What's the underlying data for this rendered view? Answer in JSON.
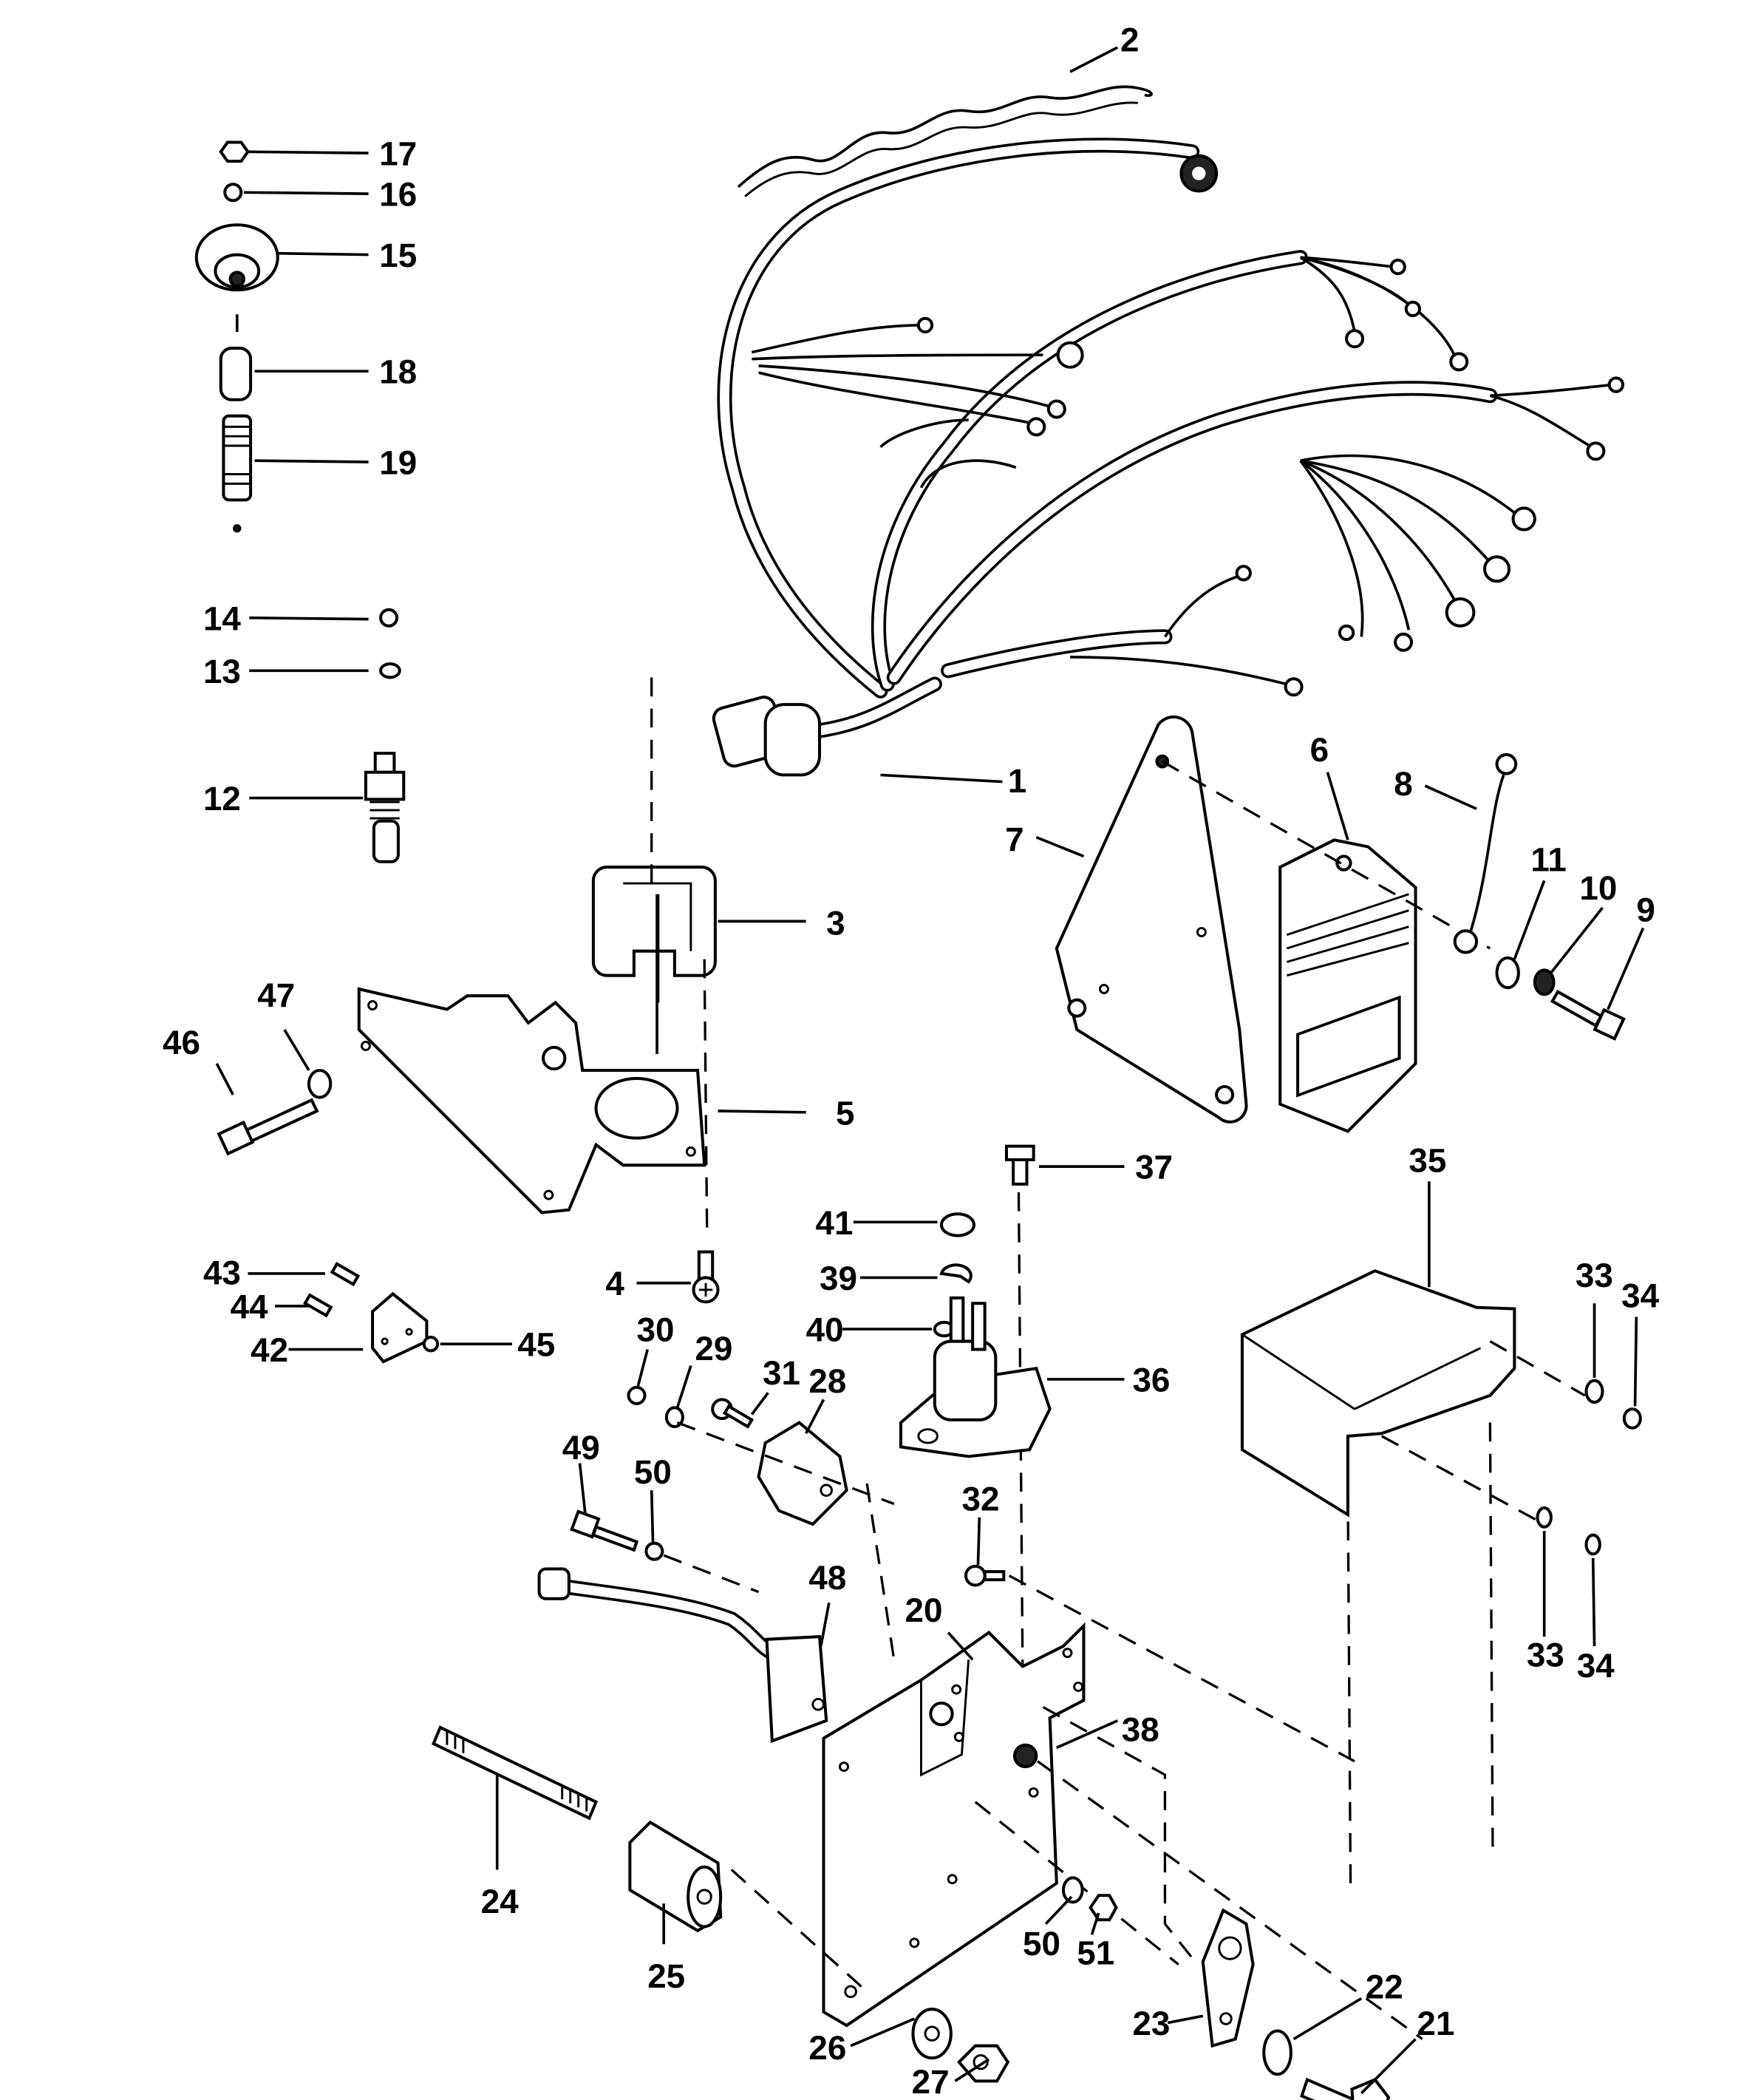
{
  "diagram": {
    "title": "Wiring harness and electrical components exploded parts view",
    "background_color": "#ffffff",
    "ink_color": "#000000",
    "callouts": [
      {
        "id": "1",
        "label": "1",
        "part": "wiring harness connector"
      },
      {
        "id": "2",
        "label": "2",
        "part": "wire loom / harness"
      },
      {
        "id": "3",
        "label": "3",
        "part": "connector boot"
      },
      {
        "id": "4",
        "label": "4",
        "part": "screw"
      },
      {
        "id": "5",
        "label": "5",
        "part": "mounting plate"
      },
      {
        "id": "6",
        "label": "6",
        "part": "rectifier / regulator"
      },
      {
        "id": "7",
        "label": "7",
        "part": "bracket"
      },
      {
        "id": "8",
        "label": "8",
        "part": "ground strap"
      },
      {
        "id": "9",
        "label": "9",
        "part": "bolt"
      },
      {
        "id": "10",
        "label": "10",
        "part": "lockwasher"
      },
      {
        "id": "11",
        "label": "11",
        "part": "washer"
      },
      {
        "id": "12",
        "label": "12",
        "part": "temperature sender"
      },
      {
        "id": "13",
        "label": "13",
        "part": "lockwasher"
      },
      {
        "id": "14",
        "label": "14",
        "part": "nut"
      },
      {
        "id": "15",
        "label": "15",
        "part": "oil pressure sender"
      },
      {
        "id": "16",
        "label": "16",
        "part": "lockwasher"
      },
      {
        "id": "17",
        "label": "17",
        "part": "nut"
      },
      {
        "id": "18",
        "label": "18",
        "part": "fitting"
      },
      {
        "id": "19",
        "label": "19",
        "part": "nipple"
      },
      {
        "id": "20",
        "label": "20",
        "part": "bracket"
      },
      {
        "id": "21",
        "label": "21",
        "part": "bolt"
      },
      {
        "id": "22",
        "label": "22",
        "part": "washer"
      },
      {
        "id": "23",
        "label": "23",
        "part": "clamp"
      },
      {
        "id": "24",
        "label": "24",
        "part": "stud"
      },
      {
        "id": "25",
        "label": "25",
        "part": "spacer"
      },
      {
        "id": "26",
        "label": "26",
        "part": "washer"
      },
      {
        "id": "27",
        "label": "27",
        "part": "nut"
      },
      {
        "id": "28",
        "label": "28",
        "part": "circuit breaker"
      },
      {
        "id": "29",
        "label": "29",
        "part": "washer"
      },
      {
        "id": "30",
        "label": "30",
        "part": "nut"
      },
      {
        "id": "31",
        "label": "31",
        "part": "screw"
      },
      {
        "id": "32",
        "label": "32",
        "part": "screw"
      },
      {
        "id": "33",
        "label": "33",
        "part": "washer"
      },
      {
        "id": "34",
        "label": "34",
        "part": "nut"
      },
      {
        "id": "35",
        "label": "35",
        "part": "cover"
      },
      {
        "id": "36",
        "label": "36",
        "part": "starter solenoid"
      },
      {
        "id": "37",
        "label": "37",
        "part": "screw"
      },
      {
        "id": "38",
        "label": "38",
        "part": "nut"
      },
      {
        "id": "39",
        "label": "39",
        "part": "lockwasher"
      },
      {
        "id": "40",
        "label": "40",
        "part": "nut"
      },
      {
        "id": "41",
        "label": "41",
        "part": "nut"
      },
      {
        "id": "42",
        "label": "42",
        "part": "block"
      },
      {
        "id": "43",
        "label": "43",
        "part": "screw"
      },
      {
        "id": "44",
        "label": "44",
        "part": "screw"
      },
      {
        "id": "45",
        "label": "45",
        "part": "nut"
      },
      {
        "id": "46",
        "label": "46",
        "part": "screw"
      },
      {
        "id": "47",
        "label": "47",
        "part": "washer"
      },
      {
        "id": "48",
        "label": "48",
        "part": "harness adaptor"
      },
      {
        "id": "49",
        "label": "49",
        "part": "screw"
      },
      {
        "id": "50",
        "label": "50",
        "part": "washer"
      },
      {
        "id": "51",
        "label": "51",
        "part": "nut"
      }
    ],
    "duplicate_callouts": [
      {
        "id": "33b",
        "label": "33"
      },
      {
        "id": "34b",
        "label": "34"
      },
      {
        "id": "50b",
        "label": "50"
      }
    ]
  }
}
